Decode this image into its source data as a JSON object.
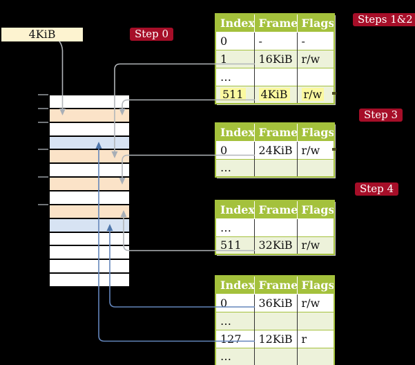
{
  "frame_size_label": "4KiB",
  "badges": [
    {
      "id": "step-0",
      "label": "Step 0"
    },
    {
      "id": "steps-1-2",
      "label": "Steps 1&2"
    },
    {
      "id": "step-3",
      "label": "Step 3"
    },
    {
      "id": "step-4",
      "label": "Step 4"
    }
  ],
  "memory_column": {
    "description": "physical memory frames, top to bottom",
    "rows": [
      "free",
      "page-table",
      "free",
      "mapped-page",
      "page-table",
      "free",
      "page-table",
      "free",
      "page-table",
      "mapped-page",
      "free",
      "free",
      "free",
      "free"
    ],
    "legend_colors": {
      "free": "#ffffff",
      "page-table": "#fbe3c8",
      "mapped-page": "#d7e3f3"
    }
  },
  "page_tables": [
    {
      "id": "table-steps-1-2",
      "headers": [
        "Index",
        "Frame",
        "Flags"
      ],
      "rows": [
        [
          "0",
          "-",
          "-"
        ],
        [
          "1",
          "16KiB",
          "r/w"
        ],
        [
          "…",
          "",
          ""
        ],
        [
          "511",
          "4KiB",
          "r/w"
        ]
      ],
      "highlighted_row": 3
    },
    {
      "id": "table-step-3",
      "headers": [
        "Index",
        "Frame",
        "Flags"
      ],
      "rows": [
        [
          "0",
          "24KiB",
          "r/w"
        ],
        [
          "…",
          "",
          ""
        ]
      ],
      "highlighted_row": null
    },
    {
      "id": "table-step-4",
      "headers": [
        "Index",
        "Frame",
        "Flags"
      ],
      "rows": [
        [
          "…",
          "",
          ""
        ],
        [
          "511",
          "32KiB",
          "r/w"
        ]
      ],
      "highlighted_row": null
    },
    {
      "id": "table-final",
      "headers": [
        "Index",
        "Frame",
        "Flags"
      ],
      "rows": [
        [
          "0",
          "36KiB",
          "r/w"
        ],
        [
          "…",
          "",
          ""
        ],
        [
          "127",
          "12KiB",
          "r"
        ],
        [
          "…",
          "",
          ""
        ]
      ],
      "highlighted_row": null
    }
  ],
  "colors": {
    "badge_red": "#a60e28",
    "table_header_green": "#a4c13c",
    "table_row_tint": "#edf2da",
    "highlight_yellow": "#fbf9a0",
    "frame_label_cream": "#fdf3d0",
    "connector_gray": "#b2b6ba",
    "connector_gray_fill": "#a9afb6",
    "connector_blue": "#6385bb",
    "connector_blue_fill": "#4e76ab"
  }
}
